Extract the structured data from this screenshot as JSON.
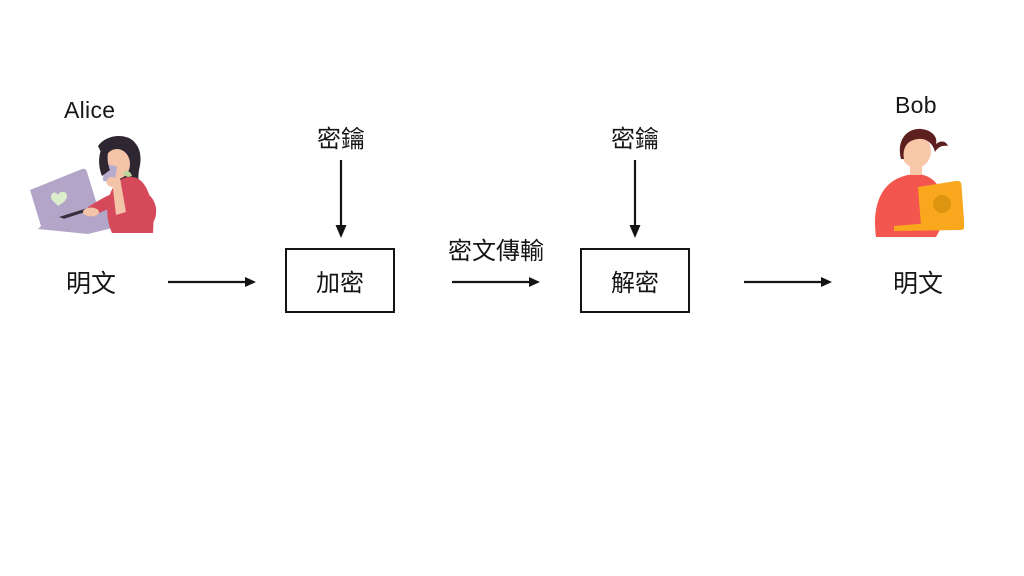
{
  "diagram": {
    "alice": {
      "label": "Alice"
    },
    "bob": {
      "label": "Bob"
    },
    "flow": {
      "plaintext_left": "明文",
      "key_left": "密鑰",
      "encrypt_box": "加密",
      "transmission_label": "密文傳輸",
      "key_right": "密鑰",
      "decrypt_box": "解密",
      "plaintext_right": "明文"
    },
    "icons": {
      "alice_illustration": "woman-drinking-coffee-at-laptop",
      "bob_illustration": "man-working-on-laptop",
      "horizontal_arrow": "right-arrow",
      "vertical_arrow": "down-arrow"
    },
    "colors": {
      "ink": "#141414",
      "alice_dress": "#d5495a",
      "alice_hair": "#2e2732",
      "alice_skin": "#f3c4a8",
      "alice_laptop": "#b3a5c7",
      "alice_keys": "#35303e",
      "alice_heart": "#dcedcc",
      "alice_cup": "#b9abce",
      "alice_leaf": "#b9d79d",
      "bob_shirt": "#f2564f",
      "bob_hair": "#5e1f1f",
      "bob_skin": "#f8c8a8",
      "bob_laptop": "#f9a71d",
      "bob_laptop_logo": "#dd9410"
    }
  }
}
